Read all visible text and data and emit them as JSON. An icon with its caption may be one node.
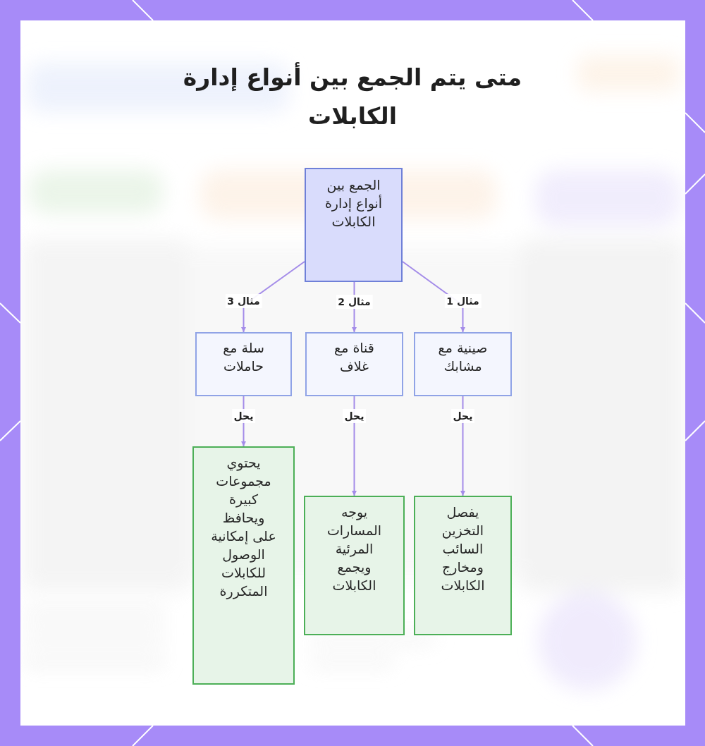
{
  "diagram": {
    "title": "متى يتم الجمع بين أنواع إدارة الكابلات",
    "nodes": [
      {
        "text": [
          "الجمع بين أنواع إدارة الكابلات"
        ]
      },
      {
        "text": [
          "صينية مع مشابك"
        ]
      },
      {
        "text": [
          "قناة مع غلاف"
        ]
      },
      {
        "text": [
          "سلة مع حاملات"
        ]
      },
      {
        "text": [
          "يفصل التخزين السائب ومخارج الكابلات"
        ]
      },
      {
        "text": [
          "يوجه المسارات المرئية ويجمع الكابلات"
        ]
      },
      {
        "text": [
          "يحتوي مجموعات كبيرة ويحافظ على إمكانية الوصول للكابلات المتكررة"
        ]
      }
    ],
    "edges": [
      {
        "from": 0,
        "to": 1,
        "arrow": "to",
        "label": "مثال 1"
      },
      {
        "from": 0,
        "to": 2,
        "arrow": "to",
        "label": "مثال 2"
      },
      {
        "from": 0,
        "to": 3,
        "arrow": "to",
        "label": "مثال 3"
      },
      {
        "from": 1,
        "to": 4,
        "arrow": "to",
        "label": "يحل"
      },
      {
        "from": 2,
        "to": 5,
        "arrow": "to",
        "label": "يحل"
      },
      {
        "from": 3,
        "to": 6,
        "arrow": "to",
        "label": "يحل"
      }
    ]
  }
}
